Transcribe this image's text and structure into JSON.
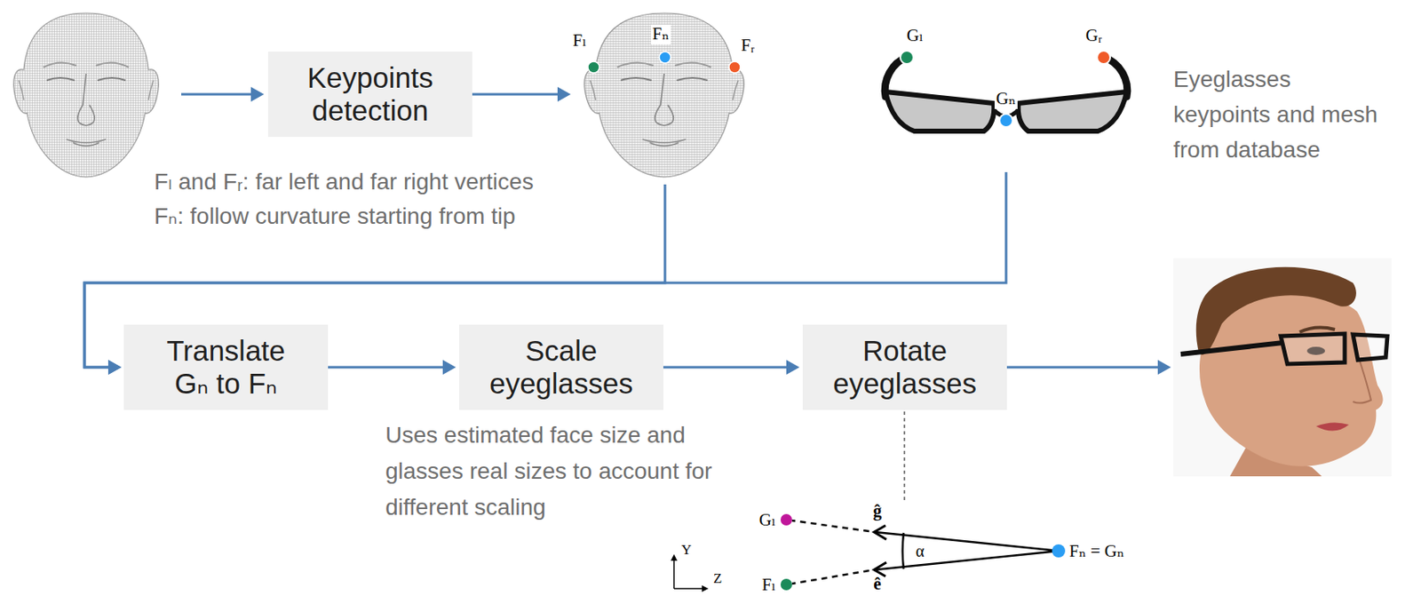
{
  "diagram": {
    "nodes": [
      {
        "text": [
          "Keypoints detection"
        ]
      },
      {
        "text": [
          "Fₗ",
          "Fₙ",
          "Fᵣ"
        ]
      },
      {
        "text": [
          "Gₗ",
          "Gᵣ",
          "Gₙ"
        ]
      },
      {
        "text": [
          "Translate Gₙ to Fₙ"
        ]
      },
      {
        "text": [
          "Scale eyeglasses"
        ]
      },
      {
        "text": [
          "Rotate eyeglasses"
        ]
      }
    ],
    "edges": [
      {
        "from": 0,
        "to": 1,
        "arrow": "to"
      },
      {
        "from": 1,
        "to": 3,
        "arrow": "to"
      },
      {
        "from": 2,
        "to": 3,
        "arrow": "to"
      },
      {
        "from": 3,
        "to": 4,
        "arrow": "to"
      },
      {
        "from": 4,
        "to": 5,
        "arrow": "to"
      }
    ],
    "labels": [
      "Fₗ and Fᵣ: far left and far right vertices",
      "Fₙ: follow curvature starting from tip",
      "Eyeglasses keypoints and mesh from database",
      "Uses estimated face size and glasses real sizes to account for different scaling",
      "ĝ",
      "Gₗ",
      "α",
      "Fₙ = Gₙ",
      "Y",
      "ê",
      "Fₗ",
      "Z"
    ]
  }
}
